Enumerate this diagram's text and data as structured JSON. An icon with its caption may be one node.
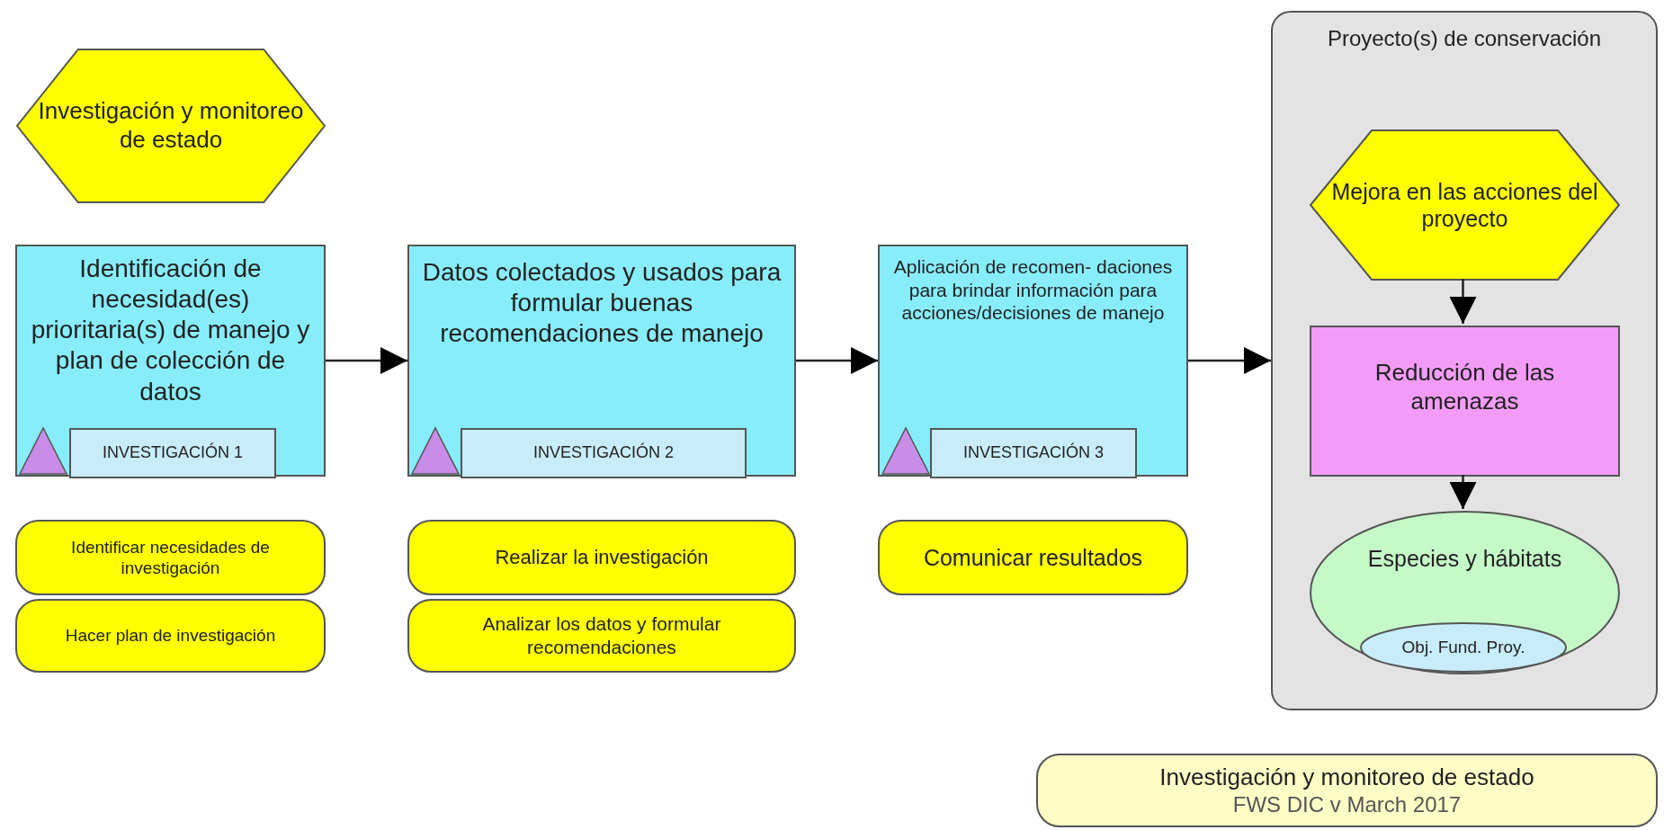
{
  "diagram": {
    "nodes": [
      {
        "text": [
          "Investigación y monitoreo de estado"
        ]
      },
      {
        "text": [
          "Identificación de necesidad(es) prioritaria(s) de manejo y plan de colección de datos"
        ]
      },
      {
        "text": [
          "INVESTIGACIÓN 1"
        ],
        "in": 1
      },
      {
        "text": [
          "Datos colectados y usados para formular buenas recomendaciones de manejo"
        ]
      },
      {
        "text": [
          "INVESTIGACIÓN 2"
        ],
        "in": 3
      },
      {
        "text": [
          "Aplicación de recomen- daciones para brindar información para acciones/decisiones de manejo"
        ]
      },
      {
        "text": [
          "INVESTIGACIÓN 3"
        ],
        "in": 5
      },
      {
        "text": [
          "Identificar necesidades de investigación"
        ]
      },
      {
        "text": [
          "Hacer plan de investigación"
        ]
      },
      {
        "text": [
          "Realizar la investigación"
        ]
      },
      {
        "text": [
          "Analizar los datos y formular recomendaciones"
        ]
      },
      {
        "text": [
          "Comunicar resultados"
        ]
      },
      {
        "text": [
          "Proyecto(s) de conservación"
        ]
      },
      {
        "text": [
          "Mejora en las acciones del proyecto"
        ],
        "in": 12
      },
      {
        "text": [
          "Reducción de las amenazas"
        ],
        "in": 12
      },
      {
        "text": [
          "Especies y hábitats"
        ],
        "in": 12
      },
      {
        "text": [
          "Obj. Fund. Proy."
        ],
        "in": 15
      },
      {
        "text": [
          "Investigación y monitoreo de estado",
          "FWS DIC v March 2017"
        ]
      }
    ],
    "edges": [
      {
        "from": 1,
        "to": 3,
        "arrow": "to"
      },
      {
        "from": 3,
        "to": 5,
        "arrow": "to"
      },
      {
        "from": 5,
        "to": 12,
        "arrow": "to"
      },
      {
        "from": 13,
        "to": 14,
        "arrow": "to"
      },
      {
        "from": 14,
        "to": 15,
        "arrow": "to"
      }
    ]
  }
}
